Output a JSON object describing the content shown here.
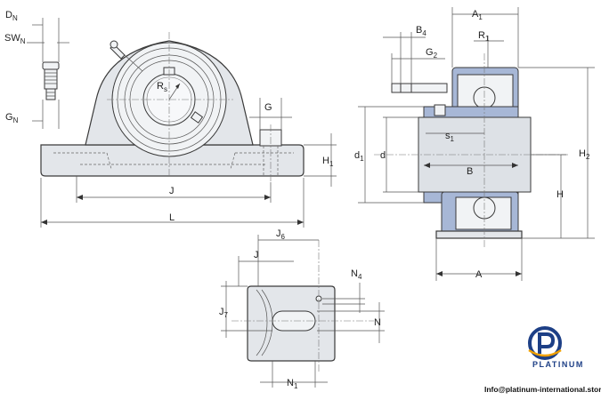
{
  "front_view": {
    "dims": {
      "dn": {
        "main": "D",
        "sub": "N"
      },
      "swn": {
        "main": "SW",
        "sub": "N"
      },
      "gn": {
        "main": "G",
        "sub": "N"
      },
      "rs": {
        "main": "R",
        "sub": "s"
      },
      "g": {
        "main": "G",
        "sub": ""
      },
      "h1": {
        "main": "H",
        "sub": "1"
      },
      "j": {
        "main": "J",
        "sub": ""
      },
      "l": {
        "main": "L",
        "sub": ""
      }
    }
  },
  "side_view": {
    "dims": {
      "a1": {
        "main": "A",
        "sub": "1"
      },
      "b4": {
        "main": "B",
        "sub": "4"
      },
      "r1": {
        "main": "R",
        "sub": "1"
      },
      "g2": {
        "main": "G",
        "sub": "2"
      },
      "d1": {
        "main": "d",
        "sub": "1"
      },
      "d": {
        "main": "d",
        "sub": ""
      },
      "s1": {
        "main": "s",
        "sub": "1"
      },
      "b": {
        "main": "B",
        "sub": ""
      },
      "h2": {
        "main": "H",
        "sub": "2"
      },
      "h": {
        "main": "H",
        "sub": ""
      },
      "a": {
        "main": "A",
        "sub": ""
      }
    }
  },
  "foot_view": {
    "dims": {
      "j6": {
        "main": "J",
        "sub": "6"
      },
      "j": {
        "main": "J",
        "sub": ""
      },
      "n4": {
        "main": "N",
        "sub": "4"
      },
      "j7": {
        "main": "J",
        "sub": "7"
      },
      "n": {
        "main": "N",
        "sub": ""
      },
      "n1": {
        "main": "N",
        "sub": "1"
      }
    }
  },
  "brand": {
    "name": "PLATINUM",
    "email": "Info@platinum-international.store",
    "color": "#1d3f86"
  },
  "colors": {
    "housing": "#e3e6ea",
    "insert_blue": "#a7b7d6",
    "outline": "#3a3a3a"
  }
}
